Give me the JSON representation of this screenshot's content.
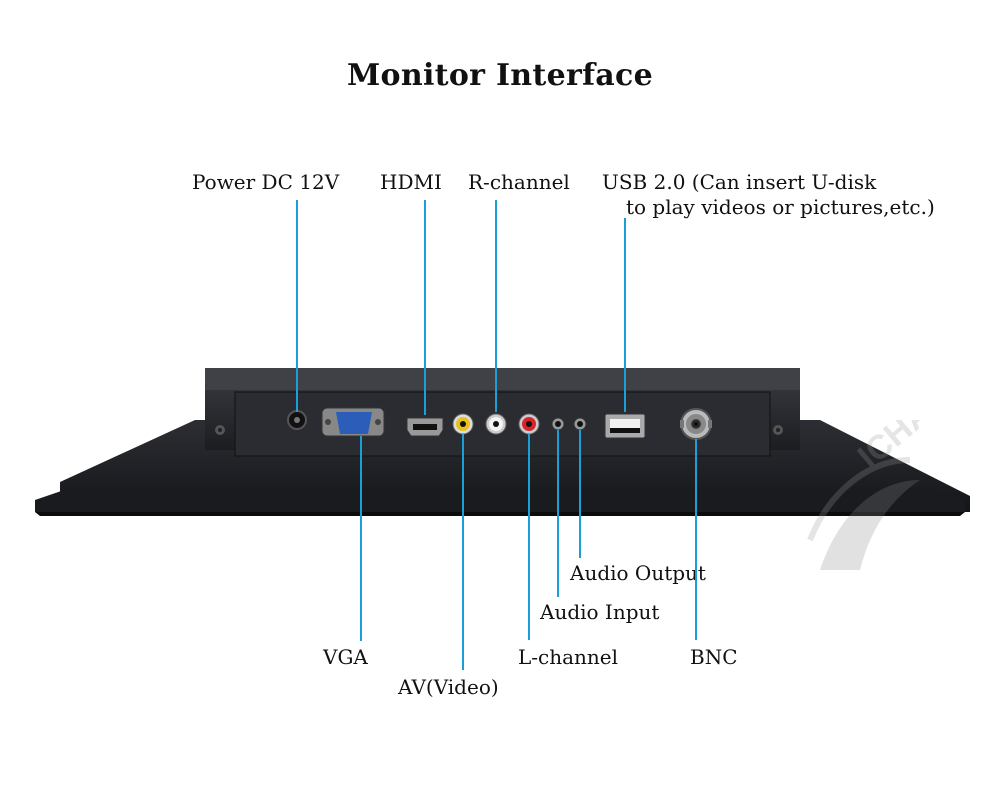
{
  "title": "Monitor Interface",
  "colors": {
    "leader": "#1a9fd6",
    "chassis": "#222428",
    "panel": "#2e3036"
  },
  "watermark": {
    "text": "ICHAWK"
  },
  "labels": {
    "power": "Power DC 12V",
    "hdmi": "HDMI",
    "r_channel": "R-channel",
    "usb_line1": "USB 2.0 (Can insert U-disk",
    "usb_line2": "to play videos or pictures,etc.)",
    "vga": "VGA",
    "av": "AV(Video)",
    "l_channel": "L-channel",
    "audio_input": "Audio Input",
    "audio_output": "Audio Output",
    "bnc": "BNC"
  }
}
